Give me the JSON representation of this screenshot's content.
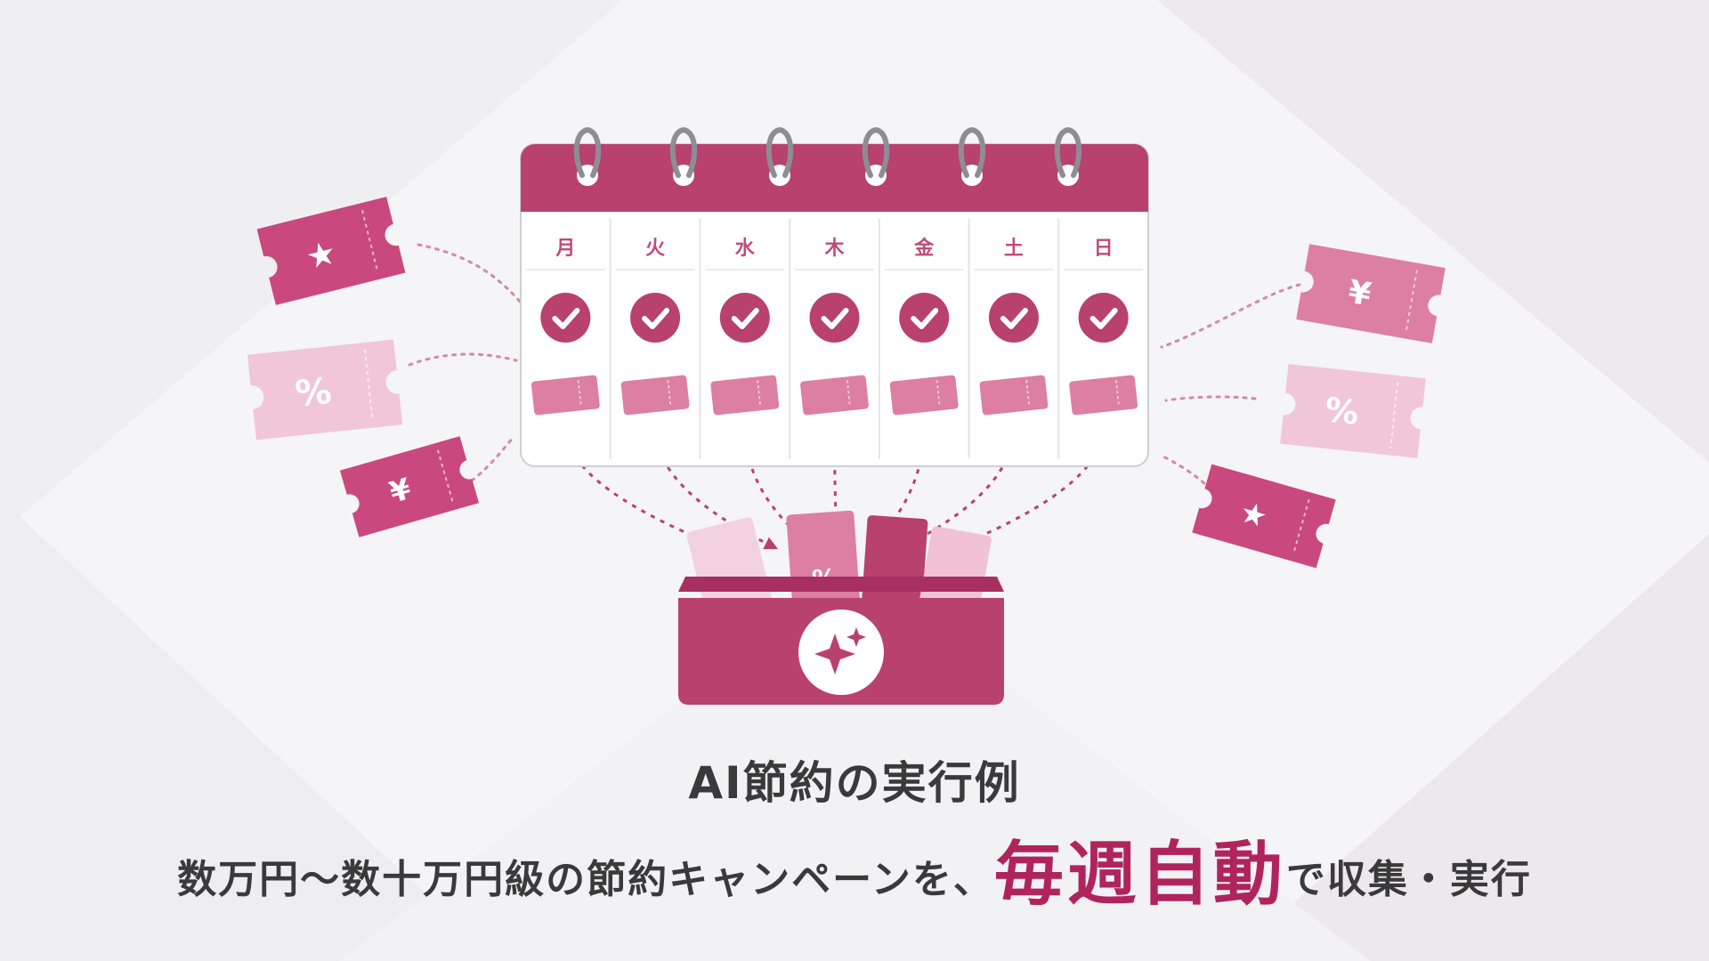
{
  "colors": {
    "brand": "#b8416e",
    "brand_dark": "#a8305e",
    "ticket_strong": "#c9487e",
    "ticket_mid": "#dd7ea3",
    "ticket_light": "#f1c6d6",
    "emphasis": "#b0245c",
    "text": "#3a3a3a"
  },
  "calendar": {
    "days": [
      "月",
      "火",
      "水",
      "木",
      "金",
      "土",
      "日"
    ]
  },
  "tickets_left": [
    {
      "glyph": "★",
      "icon": "star-icon"
    },
    {
      "glyph": "%",
      "icon": "percent-icon"
    },
    {
      "glyph": "¥",
      "icon": "yen-icon"
    }
  ],
  "tickets_right": [
    {
      "glyph": "¥",
      "icon": "yen-icon"
    },
    {
      "glyph": "%",
      "icon": "percent-icon"
    },
    {
      "glyph": "★",
      "icon": "star-icon"
    }
  ],
  "box": {
    "icon": "sparkle-icon"
  },
  "caption": "AI節約の実行例",
  "tagline": {
    "before": "数万円〜数十万円級の節約キャンペーンを、",
    "emphasis": "毎週自動",
    "after": "で収集・実行"
  }
}
